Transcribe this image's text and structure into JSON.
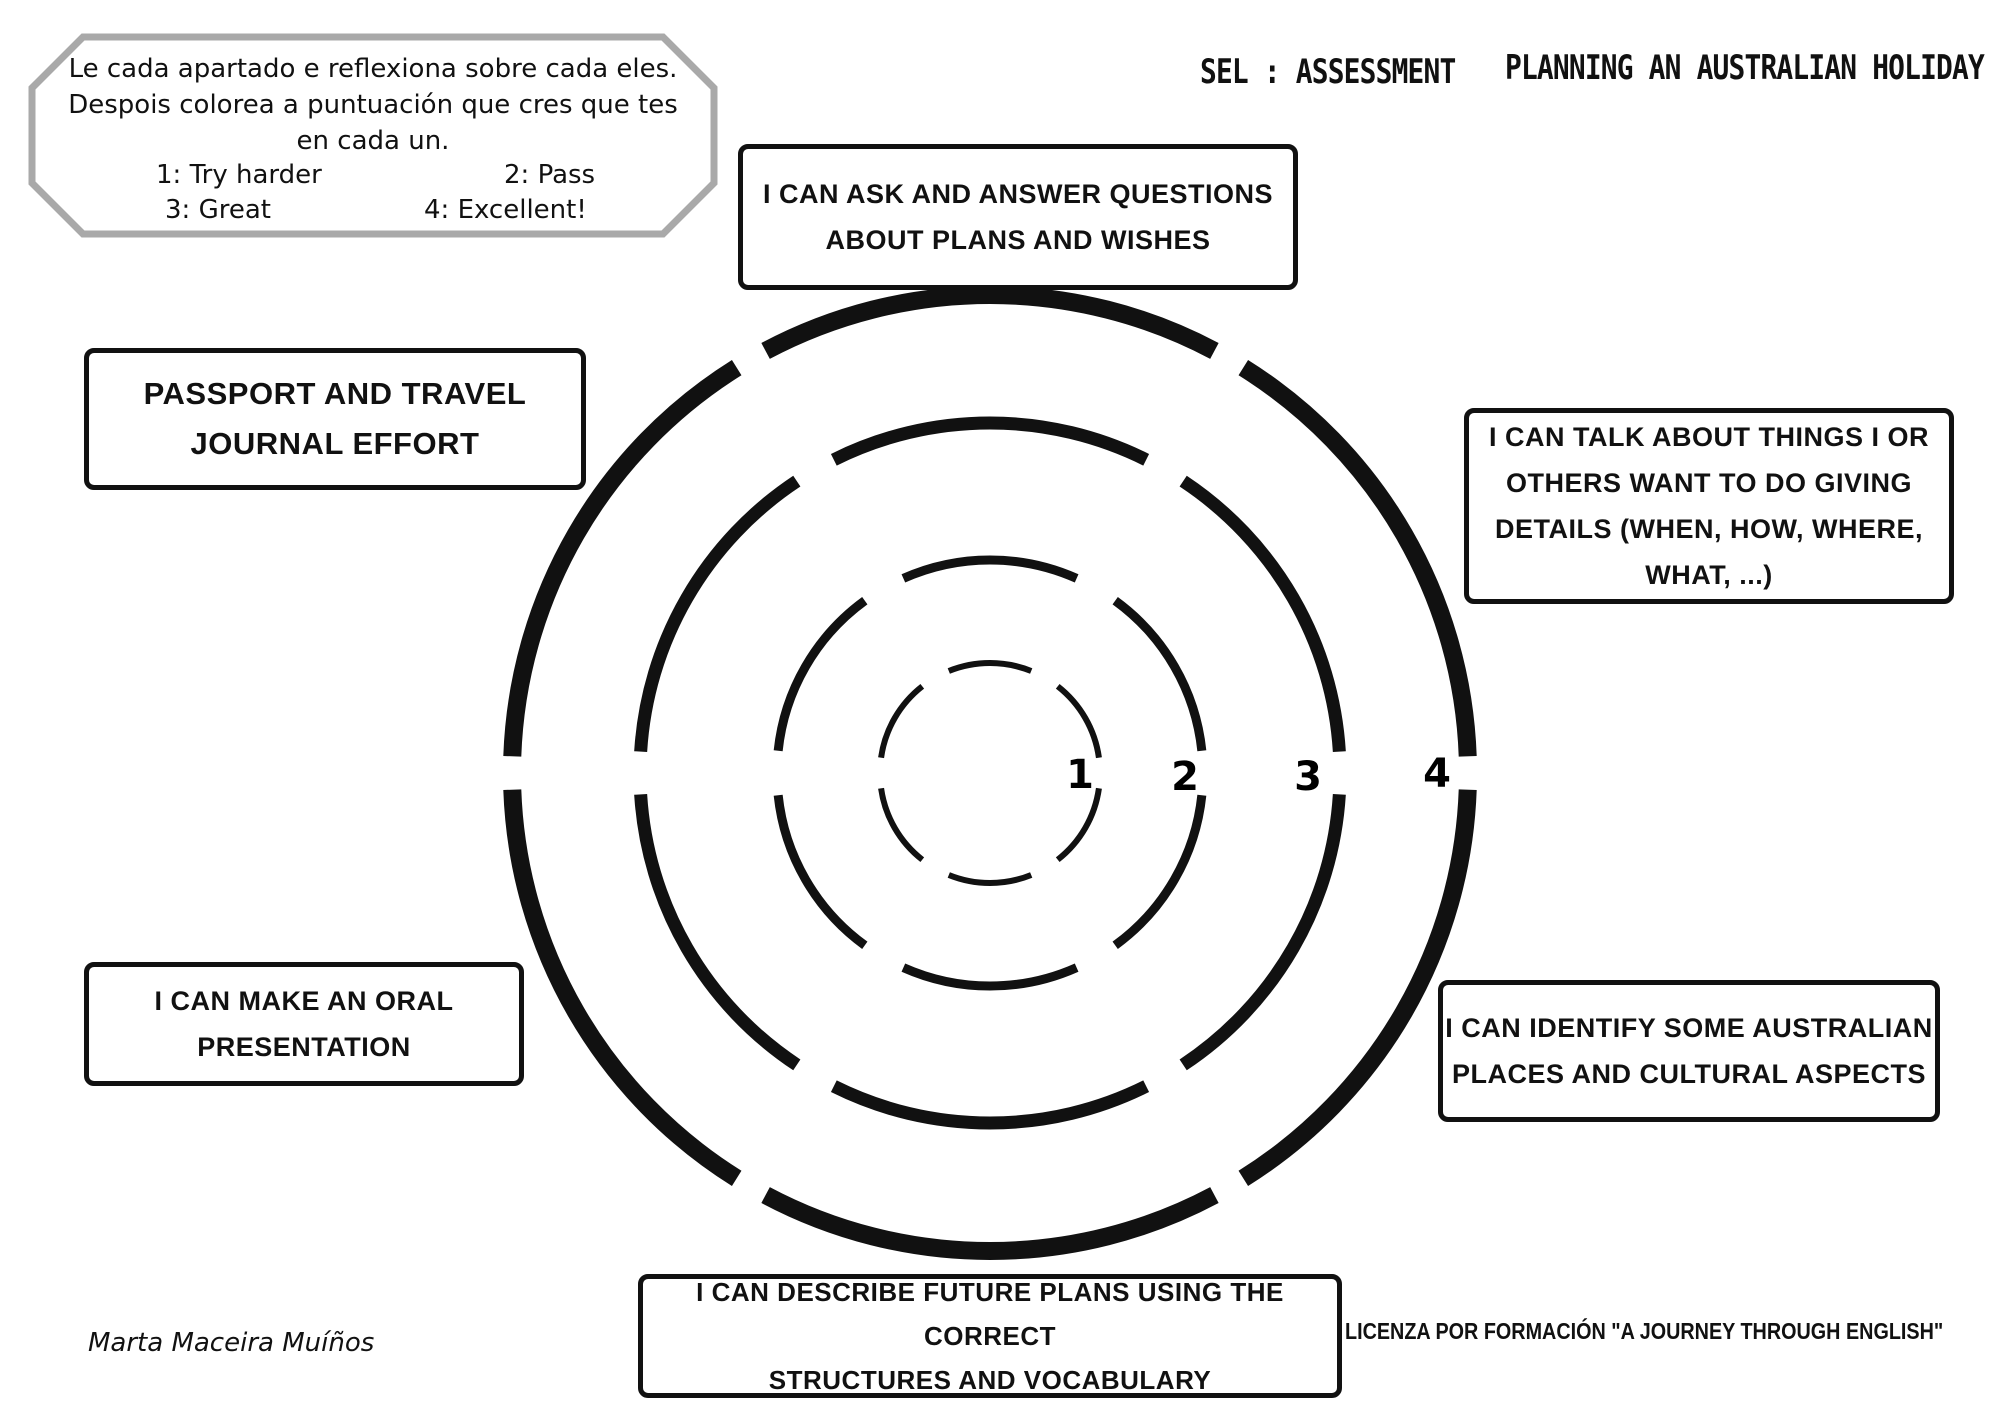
{
  "header": {
    "section_title": "SEL : ASSESSMENT",
    "unit_title": "PLANNING AN AUSTRALIAN HOLIDAY"
  },
  "instructions": {
    "text": "Le cada apartado e reflexiona sobre cada eles. Despois colorea a  puntuación que cres que tes en cada un.",
    "scores": {
      "s1": "1: Try harder",
      "s2": "2: Pass",
      "s3": "3: Great",
      "s4": "4: Excellent!"
    }
  },
  "criteria": {
    "ask_answer": [
      "I CAN ASK AND ANSWER QUESTIONS",
      "ABOUT PLANS AND WISHES"
    ],
    "talk_about": [
      "I CAN TALK ABOUT THINGS I OR",
      "OTHERS WANT TO DO GIVING",
      "DETAILS (WHEN, HOW, WHERE,",
      "WHAT, ...)"
    ],
    "identify": [
      "I CAN IDENTIFY SOME AUSTRALIAN",
      "PLACES AND CULTURAL ASPECTS"
    ],
    "describe": [
      "I CAN DESCRIBE FUTURE PLANS USING THE CORRECT",
      "STRUCTURES AND VOCABULARY"
    ],
    "oral": [
      "I CAN MAKE AN ORAL",
      "PRESENTATION"
    ],
    "passport": [
      "PASSPORT AND TRAVEL",
      "JOURNAL EFFORT"
    ]
  },
  "ring_labels": [
    "1",
    "2",
    "3",
    "4"
  ],
  "footer": {
    "author": "Marta Maceira Muíños",
    "license": "LICENZA POR FORMACIÓN \"A JOURNEY THROUGH ENGLISH\""
  }
}
